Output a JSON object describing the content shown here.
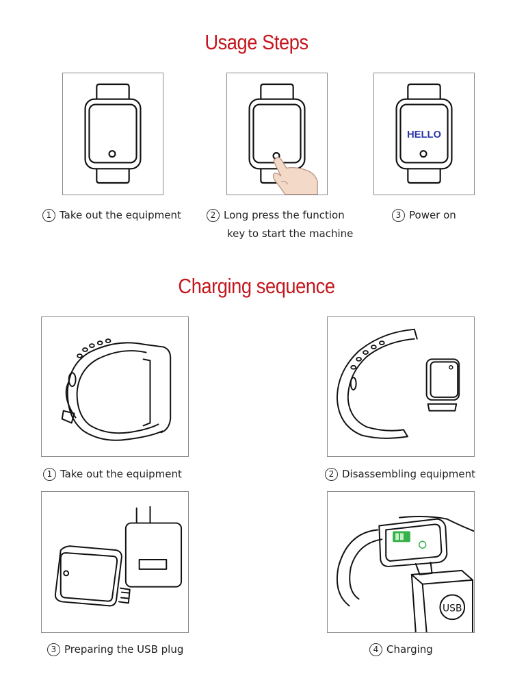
{
  "usage": {
    "title": "Usage Steps",
    "screen_text": "HELLO",
    "steps": [
      {
        "num": "1",
        "text": "Take out the equipment"
      },
      {
        "num": "2",
        "text": "Long press the function",
        "text2": "key to start the machine"
      },
      {
        "num": "3",
        "text": "Power on"
      }
    ]
  },
  "charging": {
    "title": "Charging sequence",
    "usb_label": "USB",
    "steps": [
      {
        "num": "1",
        "text": "Take out the equipment"
      },
      {
        "num": "2",
        "text": "Disassembling equipment"
      },
      {
        "num": "3",
        "text": "Preparing the USB plug"
      },
      {
        "num": "4",
        "text": "Charging"
      }
    ]
  },
  "colors": {
    "title": "#c4171d",
    "screen_text": "#2a34a8",
    "battery": "#35b24a",
    "line": "#111111"
  }
}
